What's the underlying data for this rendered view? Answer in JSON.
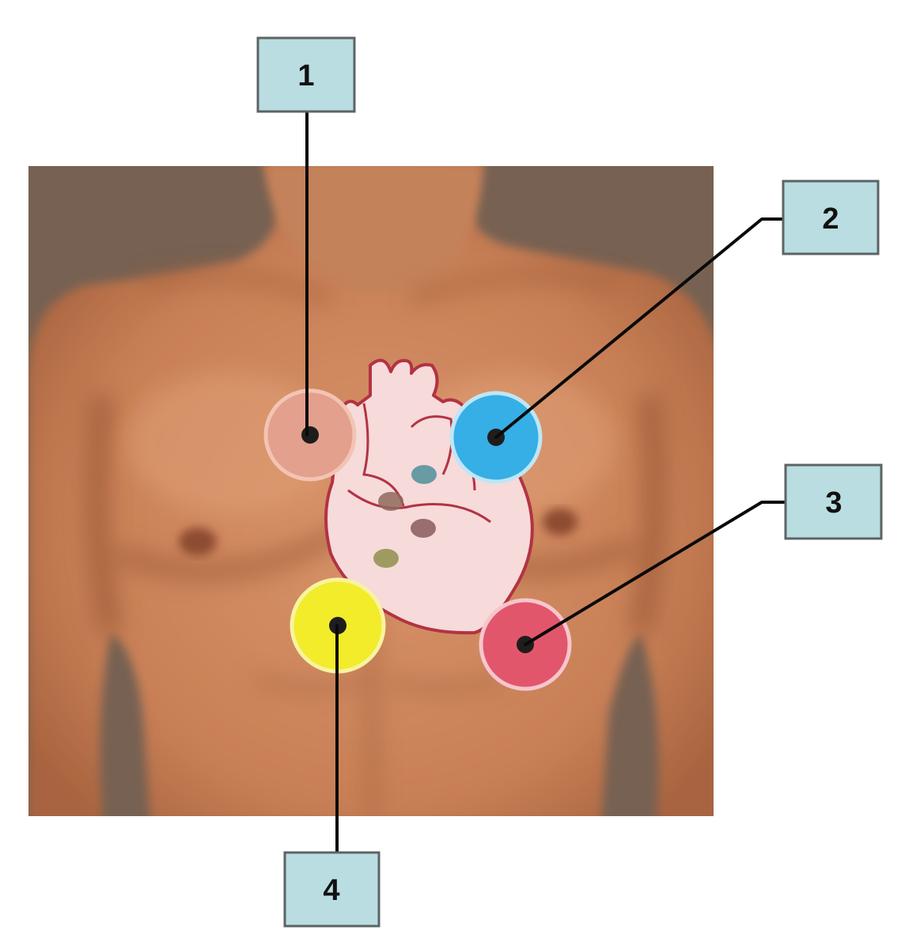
{
  "colors": {
    "label_box_fill": "#b9dde0",
    "label_box_stroke": "#5d6365",
    "leader_line": "#0a0a0a",
    "skin": "#d08a60",
    "backdrop": "#7d6656",
    "heart_fill": "#f7dada",
    "heart_outline": "#b23343",
    "electrode_1": "#e3a08c",
    "electrode_2": "#36aee6",
    "electrode_3": "#e2566c",
    "electrode_4": "#f3ec2a",
    "electrode_center": "#1f1d1c"
  },
  "electrodes": [
    {
      "id": "1",
      "label": "1",
      "color_key": "electrode_1"
    },
    {
      "id": "2",
      "label": "2",
      "color_key": "electrode_2"
    },
    {
      "id": "3",
      "label": "3",
      "color_key": "electrode_3"
    },
    {
      "id": "4",
      "label": "4",
      "color_key": "electrode_4"
    }
  ]
}
